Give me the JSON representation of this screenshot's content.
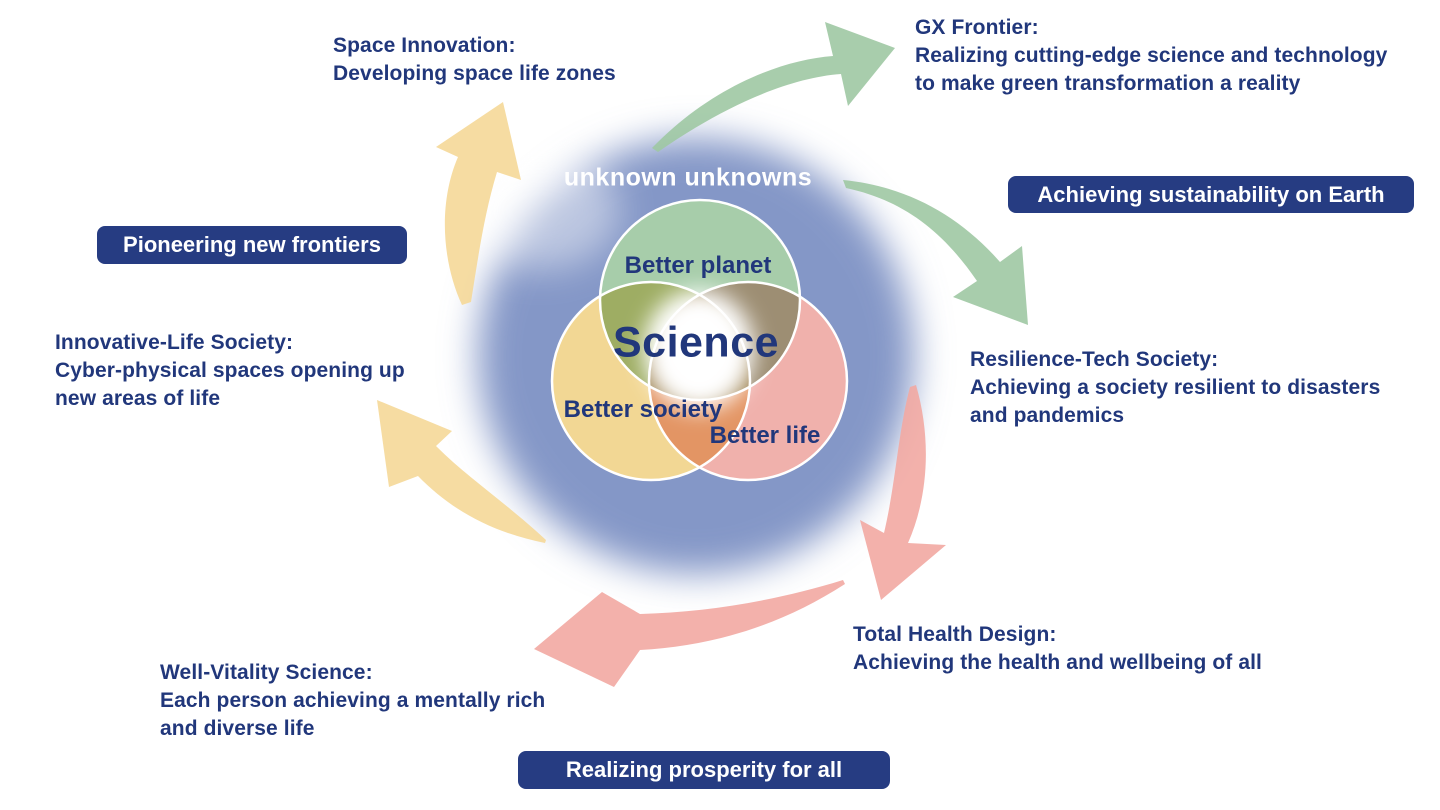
{
  "colors": {
    "background": "#ffffff",
    "navy_text": "#21377b",
    "badge_bg": "#263c82",
    "blue_disc": "#8497c7",
    "venn_green": "#a7cdaa",
    "venn_yellow": "#f2d794",
    "venn_pink": "#f0b1ac",
    "arrow_green": "#9ec8a3",
    "arrow_yellow": "#f5d898",
    "arrow_pink": "#f2a8a2"
  },
  "venn": {
    "outer_label": "unknown unknowns",
    "center_label": "Science",
    "circles": [
      {
        "id": "planet",
        "label": "Better planet",
        "color": "#a7cdaa"
      },
      {
        "id": "society",
        "label": "Better society",
        "color": "#f2d794"
      },
      {
        "id": "life",
        "label": "Better life",
        "color": "#f0b1ac"
      }
    ]
  },
  "badges": {
    "pioneering": {
      "label": "Pioneering new frontiers"
    },
    "sustainability": {
      "label": "Achieving sustainability on Earth"
    },
    "prosperity": {
      "label": "Realizing prosperity for all"
    }
  },
  "annotations": {
    "space_innovation": {
      "lines": [
        "Space Innovation:",
        "Developing space life zones"
      ]
    },
    "gx_frontier": {
      "lines": [
        "GX Frontier:",
        "Realizing cutting-edge science and technology",
        "to make green transformation a reality"
      ]
    },
    "innovative_life": {
      "lines": [
        "Innovative-Life Society:",
        "Cyber-physical spaces opening up",
        "new areas of life"
      ]
    },
    "resilience_tech": {
      "lines": [
        "Resilience-Tech Society:",
        "Achieving a society resilient to disasters",
        "and pandemics"
      ]
    },
    "well_vitality": {
      "lines": [
        "Well-Vitality Science:",
        "Each person achieving a mentally rich",
        "and diverse life"
      ]
    },
    "total_health": {
      "lines": [
        "Total Health Design:",
        "Achieving the health and wellbeing of all"
      ]
    }
  },
  "arrows": [
    {
      "name": "green-arrow-top",
      "color": "#9ec8a3"
    },
    {
      "name": "green-arrow-right",
      "color": "#9ec8a3"
    },
    {
      "name": "pink-arrow-right",
      "color": "#f2a8a2"
    },
    {
      "name": "pink-arrow-bottom",
      "color": "#f2a8a2"
    },
    {
      "name": "yellow-arrow-left",
      "color": "#f5d898"
    },
    {
      "name": "yellow-arrow-top-left",
      "color": "#f5d898"
    }
  ]
}
